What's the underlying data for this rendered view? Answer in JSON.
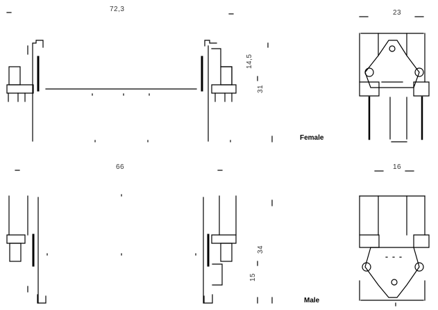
{
  "dimensions": {
    "female_overall_width": "72,3",
    "female_height_inner": "14,5",
    "female_height_total": "31",
    "female_side_width": "23",
    "male_overall_width": "66",
    "male_height_total": "34",
    "male_height_inner": "15",
    "male_side_width": "16"
  },
  "variants": {
    "female": "Female",
    "male": "Male"
  }
}
